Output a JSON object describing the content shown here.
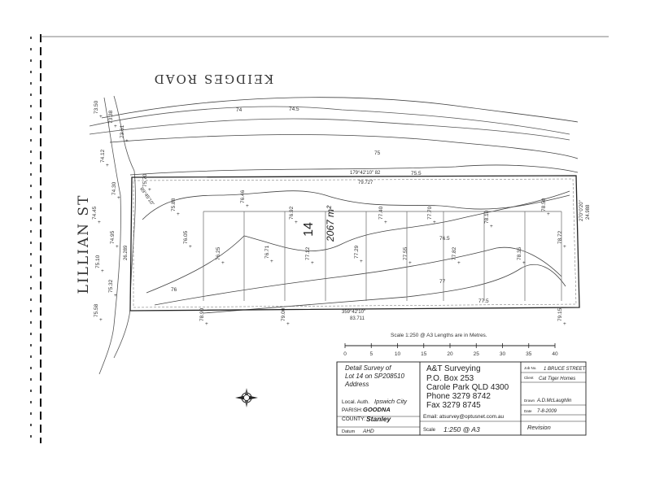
{
  "streets": {
    "road": "KEIDGES ROAD",
    "street": "LILLIAN ST"
  },
  "lot": {
    "number": "14",
    "area": "2067 m²",
    "top_bearing": "179°42'10\" 82",
    "top_distance": "79.727",
    "bottom_bearing": "359°42'10\"",
    "bottom_distance": "83.711",
    "right_bearing": "270°0'20\"",
    "right_distance": "24.988",
    "left_bearing": "89°45'10\"",
    "left_distance": "26.289"
  },
  "contours": [
    "74",
    "74.5",
    "75",
    "75.5",
    "76",
    "76.5",
    "77",
    "77.5"
  ],
  "spot_levels": [
    "73.50",
    "73.38",
    "73.61",
    "74.12",
    "74.30",
    "74.45",
    "74.95",
    "75.10",
    "75.32",
    "75.58",
    "75.70",
    "75.88",
    "76.05",
    "76.25",
    "76.46",
    "76.71",
    "76.92",
    "77.12",
    "77.29",
    "77.40",
    "77.55",
    "77.70",
    "77.82",
    "78.10",
    "78.35",
    "78.50",
    "78.72",
    "78.90",
    "79.00",
    "79.15"
  ],
  "scale_note": "Scale 1:250 @ A3  Lengths are in Metres.",
  "scale_ticks": [
    "0",
    "5",
    "10",
    "15",
    "20",
    "25",
    "30",
    "35",
    "40"
  ],
  "title_block": {
    "survey_title": "Detail Survey of",
    "lot_line": "Lot 14 on SP208510",
    "address_label": "Address",
    "local_auth_label": "Local. Auth.",
    "local_auth": "Ipswich City",
    "parish_label": "PARISH:",
    "parish": "GOODNA",
    "county_label": "COUNTY:",
    "county": "Stanley",
    "datum_label": "Datum",
    "datum": "AHD",
    "company": "A&T Surveying",
    "po_box": "P.O. Box 253",
    "suburb": "Carole Park QLD 4300",
    "phone": "Phone 3279 8742",
    "fax": "Fax 3279 8745",
    "email": "Email: atsurvey@optusnet.com.au",
    "job_label": "Job No.",
    "job": "1 BRUCE STREET",
    "client_label": "Client",
    "client": "Cat Tiger Homes",
    "drawn_label": "Drawn",
    "drawn": "A.D.McLaughlin",
    "date_label": "Date",
    "date": "7-8-2009",
    "scale_label": "Scale",
    "scale": "1:250 @ A3",
    "revision_label": "Revision"
  }
}
